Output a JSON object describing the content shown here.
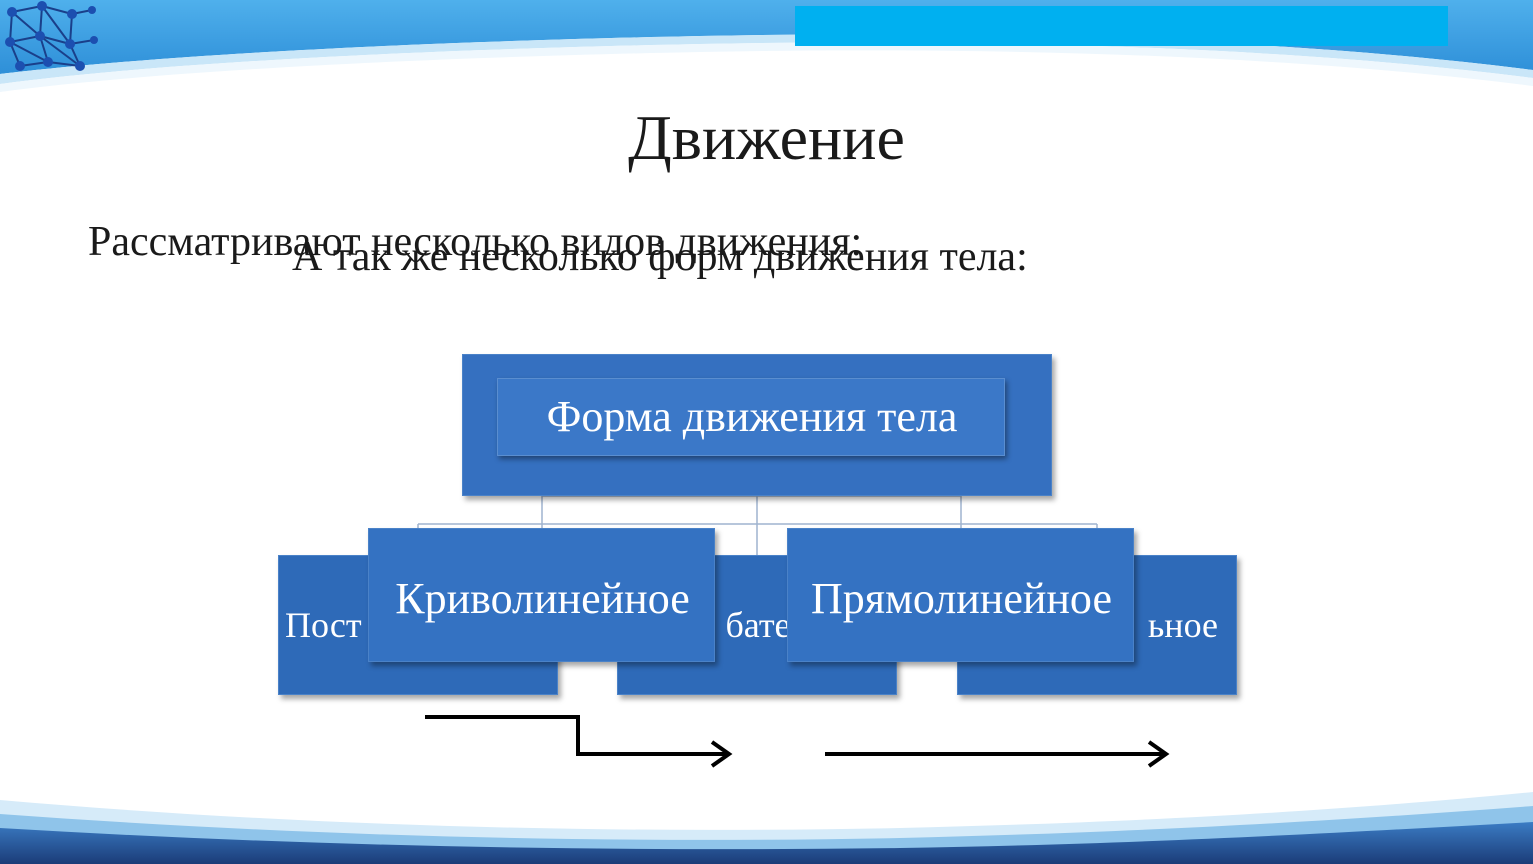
{
  "slide": {
    "title": "Движение",
    "subtitle_1": "Рассматривают несколько видов движения:",
    "subtitle_2": "А так же несколько форм движения тела:"
  },
  "diagram": {
    "root": "Форма движения тела",
    "back_boxes": [
      "Пост",
      "бате",
      "ьное"
    ],
    "front_boxes": [
      "Криволинейное",
      "Прямолинейное"
    ]
  },
  "icons": {
    "logo": "molecular-lattice-icon",
    "curved_arrow": "step-arrow-icon",
    "straight_arrow": "straight-arrow-icon"
  },
  "colors": {
    "accent_bar": "#00b0f0",
    "box_fill": "#2f6fbf",
    "band_light": "#5fb8ef",
    "band_dark": "#1d3f7a"
  }
}
